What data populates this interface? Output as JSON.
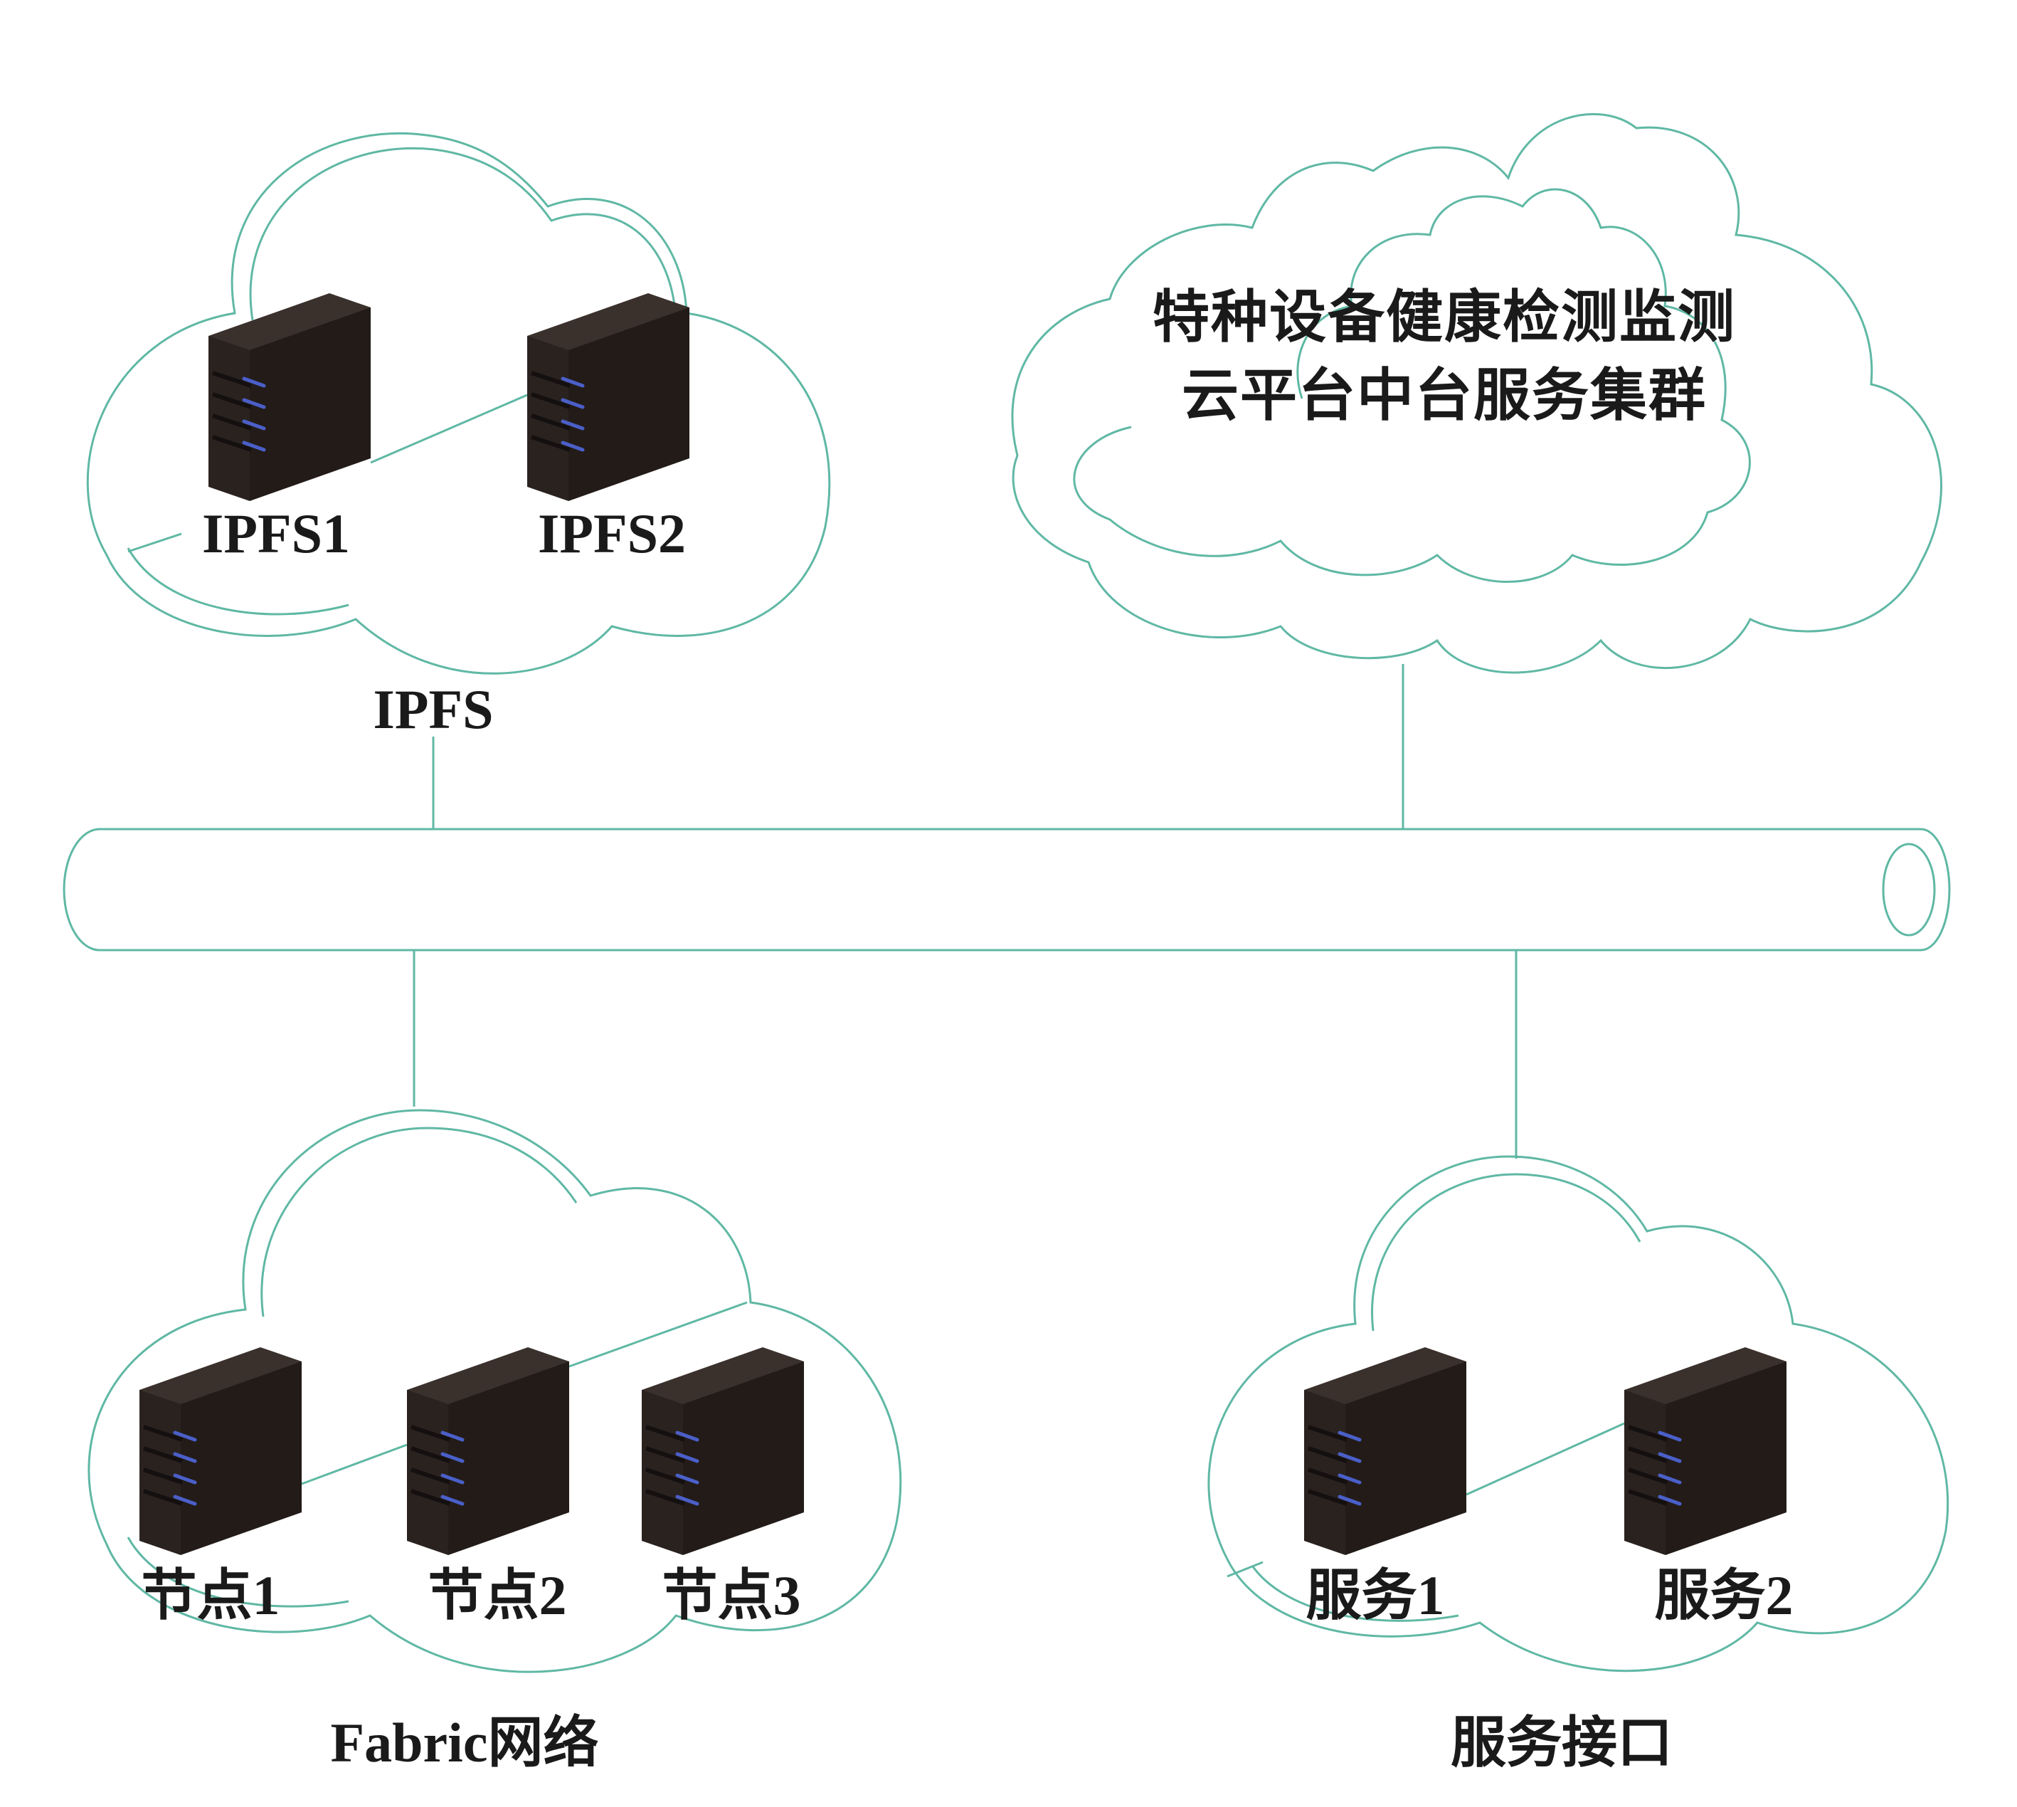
{
  "colors": {
    "line": "#5fb8a4",
    "server_body": "#2a221f",
    "server_side": "#1f1917",
    "server_top": "#3a302c",
    "server_led": "#4a5fc8",
    "text": "#1a1a1a",
    "background": "#ffffff"
  },
  "clusters": {
    "ipfs": {
      "label": "IPFS",
      "servers": [
        {
          "label": "IPFS1"
        },
        {
          "label": "IPFS2"
        }
      ]
    },
    "platform": {
      "title_line1": "特种设备健康检测监测",
      "title_line2": "云平台中台服务集群"
    },
    "fabric": {
      "label": "Fabric网络",
      "servers": [
        {
          "label": "节点1"
        },
        {
          "label": "节点2"
        },
        {
          "label": "节点3"
        }
      ]
    },
    "service": {
      "label": "服务接口",
      "servers": [
        {
          "label": "服务1"
        },
        {
          "label": "服务2"
        }
      ]
    }
  },
  "bus": {
    "label": ""
  }
}
